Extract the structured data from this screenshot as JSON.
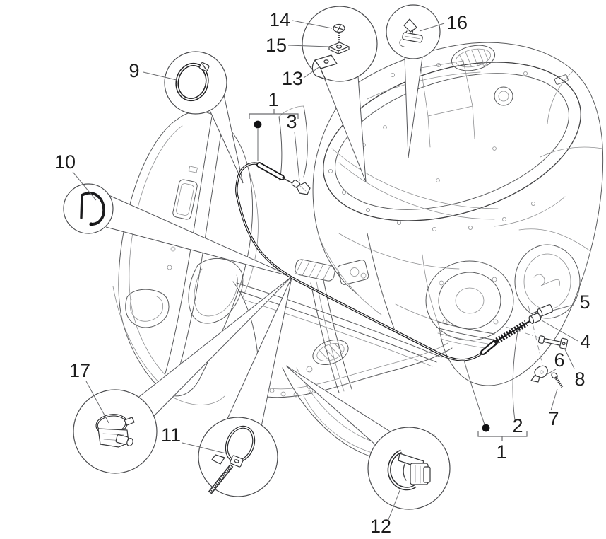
{
  "diagram": {
    "kind": "scooter-transmission-cable-exploded-parts-diagram",
    "background": "#ffffff",
    "labels": {
      "n1": "1",
      "n2": "2",
      "n3": "3",
      "n4": "4",
      "n5": "5",
      "n6": "6",
      "n7": "7",
      "n8": "8",
      "n9": "9",
      "n10": "10",
      "n11": "11",
      "n12": "12",
      "n13": "13",
      "n14": "14",
      "n15": "15",
      "n16": "16",
      "n17": "17"
    },
    "callouts": [
      {
        "label": "1",
        "meaning": "cable assembly (dot + bracket), shown top-centre and bottom-right"
      },
      {
        "label": "2",
        "meaning": "lower cable run"
      },
      {
        "label": "3",
        "meaning": "upper cable end fittings"
      },
      {
        "label": "4",
        "meaning": "small bushing at cable tip"
      },
      {
        "label": "5",
        "meaning": "small spacer sleeve"
      },
      {
        "label": "6",
        "meaning": "retaining clip"
      },
      {
        "label": "7",
        "meaning": "small screw"
      },
      {
        "label": "8",
        "meaning": "clevis pin"
      },
      {
        "label": "9",
        "meaning": "hose clamp ring (magnified circle)"
      },
      {
        "label": "10",
        "meaning": "C retaining clip (magnified circle)"
      },
      {
        "label": "11",
        "meaning": "cable tie (magnified circle)"
      },
      {
        "label": "12",
        "meaning": "spring clamp clip (magnified circle)"
      },
      {
        "label": "13",
        "meaning": "angle bracket (magnified circle)"
      },
      {
        "label": "14",
        "meaning": "phillips screw (magnified circle)"
      },
      {
        "label": "15",
        "meaning": "clip nut (magnified circle)"
      },
      {
        "label": "16",
        "meaning": "push clip (magnified circle)"
      },
      {
        "label": "17",
        "meaning": "clamp with fitting (magnified circle)"
      }
    ],
    "colors": {
      "line": "#595a5c",
      "bold_cable": "#1b1b1d",
      "label_text": "#1c1c1c",
      "background": "#ffffff"
    }
  }
}
